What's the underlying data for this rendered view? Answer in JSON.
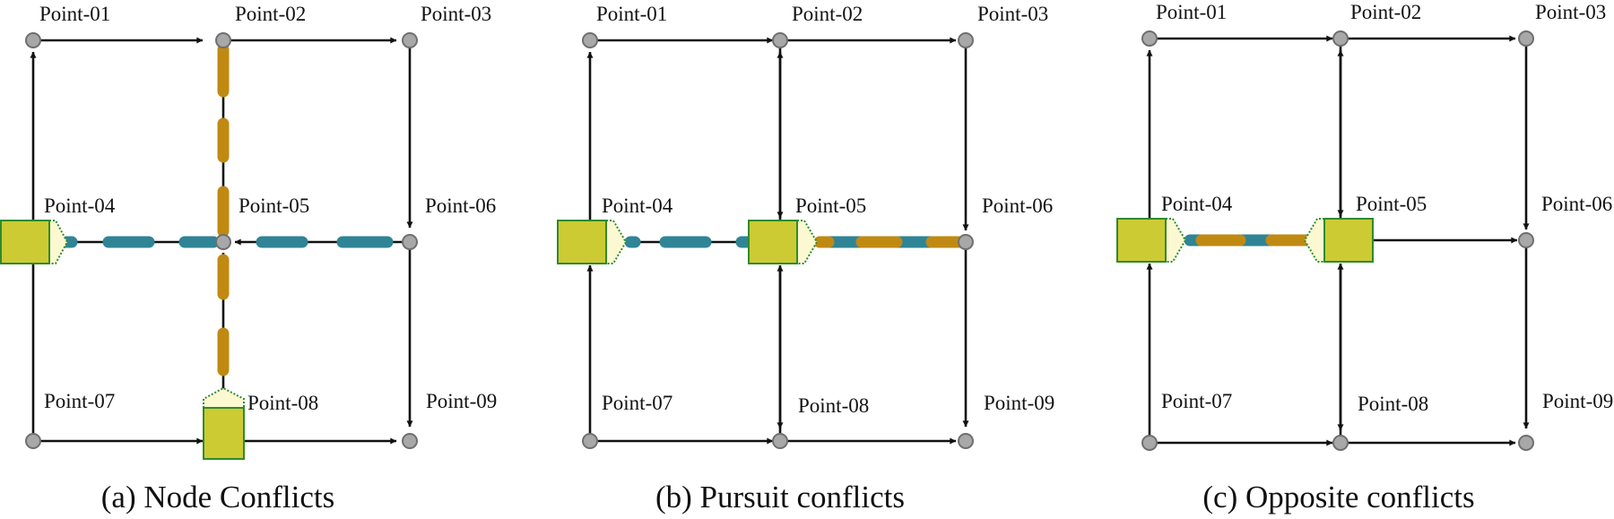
{
  "colors": {
    "edge": "#111111",
    "node_fill": "#a8a8a8",
    "node_stroke": "#6f6f6f",
    "vehicle": "#cccb33",
    "vehicle_border": "#2e8b2e",
    "vehicle_nose": "#fbf8d2",
    "path_blue": "#2f8496",
    "path_gold": "#c08a12"
  },
  "panels": [
    {
      "caption": "(a) Node Conflicts",
      "points": [
        "Point-01",
        "Point-02",
        "Point-03",
        "Point-04",
        "Point-05",
        "Point-06",
        "Point-07",
        "Point-08",
        "Point-09"
      ]
    },
    {
      "caption": "(b) Pursuit conflicts",
      "points": [
        "Point-01",
        "Point-02",
        "Point-03",
        "Point-04",
        "Point-05",
        "Point-06",
        "Point-07",
        "Point-08",
        "Point-09"
      ]
    },
    {
      "caption": "(c) Opposite conflicts",
      "points": [
        "Point-01",
        "Point-02",
        "Point-03",
        "Point-04",
        "Point-05",
        "Point-06",
        "Point-07",
        "Point-08",
        "Point-09"
      ]
    }
  ]
}
